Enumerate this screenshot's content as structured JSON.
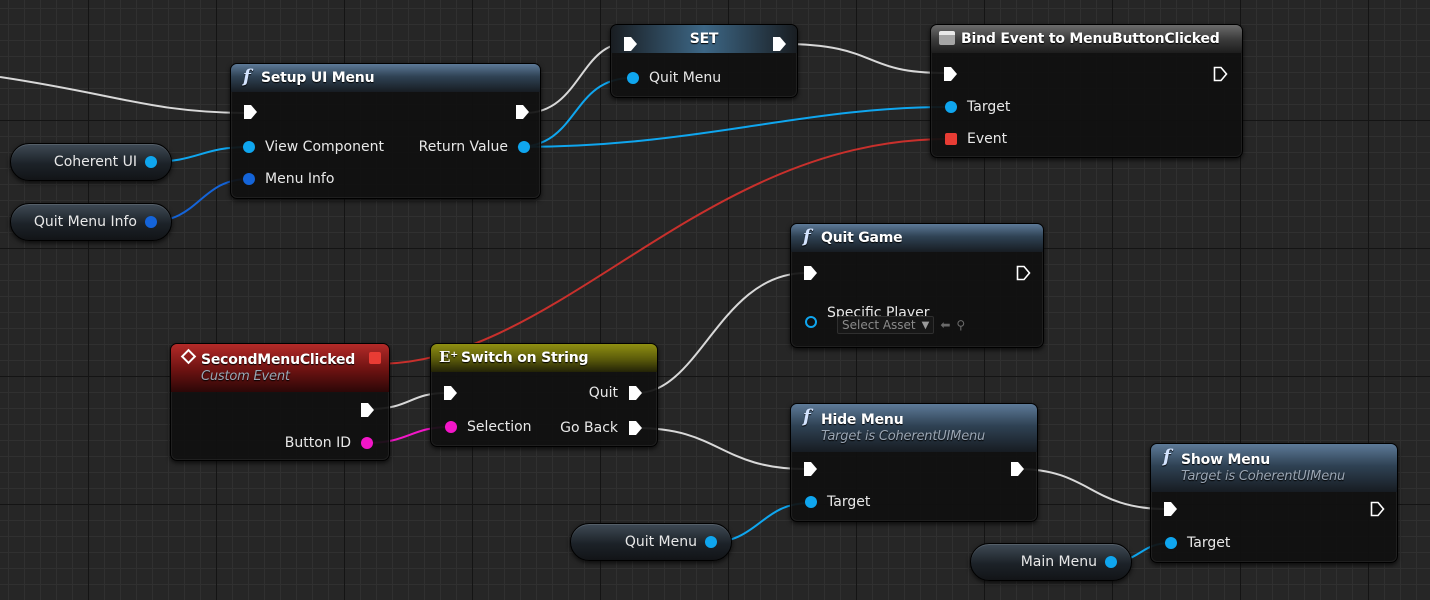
{
  "nodes": {
    "setup_ui_menu": {
      "title": "Setup UI Menu",
      "in_view_component": "View Component",
      "in_menu_info": "Menu Info",
      "out_return_value": "Return Value"
    },
    "set": {
      "title": "SET",
      "in_quit_menu": "Quit Menu"
    },
    "bind_event": {
      "title": "Bind Event to MenuButtonClicked",
      "in_target": "Target",
      "in_event": "Event"
    },
    "quit_game": {
      "title": "Quit Game",
      "in_specific_player": "Specific Player",
      "asset_select": "Select Asset"
    },
    "second_menu_clicked": {
      "title": "SecondMenuClicked",
      "subtitle": "Custom Event",
      "out_button_id": "Button ID"
    },
    "switch_on_string": {
      "title": "Switch on String",
      "in_selection": "Selection",
      "out_quit": "Quit",
      "out_go_back": "Go Back"
    },
    "hide_menu": {
      "title": "Hide Menu",
      "subtitle": "Target is CoherentUIMenu",
      "in_target": "Target"
    },
    "show_menu": {
      "title": "Show Menu",
      "subtitle": "Target is CoherentUIMenu",
      "in_target": "Target"
    }
  },
  "variables": {
    "coherent_ui": "Coherent UI",
    "quit_menu_info": "Quit Menu Info",
    "quit_menu": "Quit Menu",
    "main_menu": "Main Menu"
  },
  "colors": {
    "exec_wire": "#e0e0e0",
    "object_wire": "#0fa6ef",
    "struct_wire": "#1464d9",
    "delegate_wire": "#e83c34",
    "string_wire": "#f316c8"
  }
}
